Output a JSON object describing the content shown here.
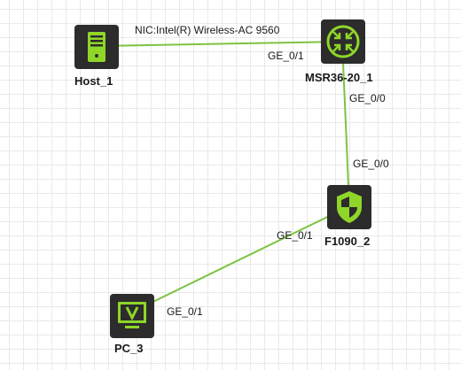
{
  "colors": {
    "link": "#7dc341",
    "icon_green": "#8fd629",
    "tile": "#2c2c2c"
  },
  "devices": [
    {
      "id": "host1",
      "name": "Host_1",
      "icon": "server-icon"
    },
    {
      "id": "msr",
      "name": "MSR36-20_1",
      "icon": "router-icon"
    },
    {
      "id": "f1090",
      "name": "F1090_2",
      "icon": "firewall-shield-icon"
    },
    {
      "id": "pc3",
      "name": "PC_3",
      "icon": "monitor-icon"
    }
  ],
  "links": [
    {
      "from": "Host_1",
      "to": "MSR36-20_1",
      "from_label": "NIC:Intel(R) Wireless-AC 9560",
      "to_label": "GE_0/1"
    },
    {
      "from": "MSR36-20_1",
      "to": "F1090_2",
      "from_label": "GE_0/0",
      "to_label": "GE_0/0"
    },
    {
      "from": "F1090_2",
      "to": "PC_3",
      "from_label": "GE_0/1",
      "to_label": "GE_0/1"
    }
  ]
}
